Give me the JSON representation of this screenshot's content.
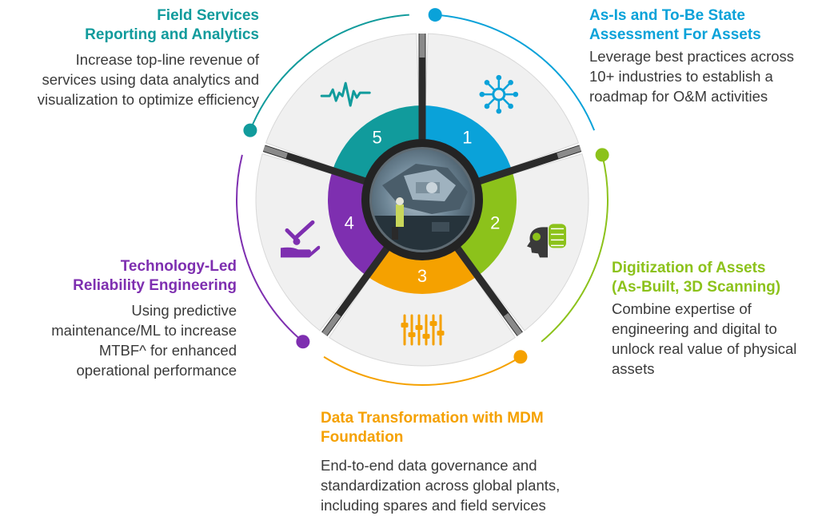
{
  "colors": {
    "teal": "#119b9c",
    "blue": "#0aa2d9",
    "green": "#8cc21b",
    "orange": "#f5a100",
    "purple": "#7e2fb0",
    "panel": "#f0f0f0",
    "divider": "#2b2b2b",
    "text": "#3a3a3a"
  },
  "segments": [
    {
      "number": "1",
      "icon": "network-hub-icon",
      "color": "#0aa2d9",
      "title": "As-Is and To-Be State\nAssessment For Assets",
      "description": "Leverage best practices across\n10+ industries to establish a\nroadmap for O&M activities"
    },
    {
      "number": "2",
      "icon": "head-circuit-brain-icon",
      "color": "#8cc21b",
      "title": "Digitization of Assets\n(As-Built, 3D Scanning)",
      "description": "Combine expertise of\nengineering and digital to\nunlock real value of physical\nassets"
    },
    {
      "number": "3",
      "icon": "sliders-icon",
      "color": "#f5a100",
      "title": "Data Transformation with MDM\nFoundation",
      "description": "End-to-end data governance and\nstandardization across global plants,\nincluding spares and field services"
    },
    {
      "number": "4",
      "icon": "hand-checkmark-icon",
      "color": "#7e2fb0",
      "title": "Technology-Led\nReliability Engineering",
      "description": "Using predictive\nmaintenance/ML to increase\nMTBF^ for enhanced\noperational performance"
    },
    {
      "number": "5",
      "icon": "pulse-wave-icon",
      "color": "#119b9c",
      "title": "Field Services\nReporting and Analytics",
      "description": "Increase top-line revenue of\nservices using data analytics and\nvisualization to optimize efficiency"
    }
  ],
  "center": {
    "image": "industrial-equipment-photo"
  }
}
